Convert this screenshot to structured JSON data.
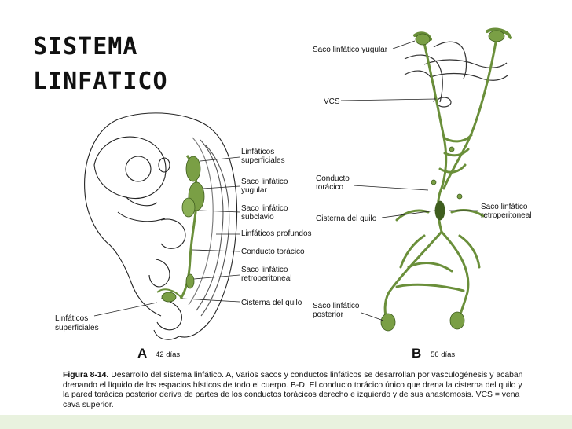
{
  "slide_title": {
    "line1": "SISTEMA",
    "line2": "LINFATICO"
  },
  "panel_a": {
    "letter": "A",
    "days": "42 días",
    "labels": {
      "lf_sup_1": "Linfáticos",
      "lf_sup_2": "superficiales",
      "saco_yug_1": "Saco linfático",
      "saco_yug_2": "yugular",
      "saco_sub_1": "Saco linfático",
      "saco_sub_2": "subclavio",
      "lf_prof": "Linfáticos profundos",
      "conducto": "Conducto torácico",
      "saco_retro_1": "Saco linfático",
      "saco_retro_2": "retroperitoneal",
      "cisterna": "Cisterna del quilo",
      "lf_sup_left_1": "Linfáticos",
      "lf_sup_left_2": "superficiales"
    }
  },
  "panel_b": {
    "letter": "B",
    "days": "56 días",
    "labels": {
      "saco_yug": "Saco linfático yugular",
      "vcs": "VCS",
      "conducto_1": "Conducto",
      "conducto_2": "torácico",
      "cisterna": "Cisterna del quilo",
      "saco_retro_1": "Saco linfático",
      "saco_retro_2": "retroperitoneal",
      "saco_post_1": "Saco linfático",
      "saco_post_2": "posterior"
    }
  },
  "caption": {
    "figure": "Figura 8-14.",
    "text": " Desarrollo del sistema linfático. A, Varios sacos y conductos linfáticos se desarrollan por vasculogénesis y acaban drenando el líquido de los espacios hísticos de todo el cuerpo. B-D, El conducto torácico único que drena la cisterna del quilo y la pared torácica posterior deriva de partes de los conductos torácicos derecho e izquierdo y de sus anastomosis. VCS = vena cava superior."
  },
  "colors": {
    "lymph_green": "#6a8f3a",
    "lymph_dark": "#3f5e1f",
    "band": "#e9f2df"
  }
}
